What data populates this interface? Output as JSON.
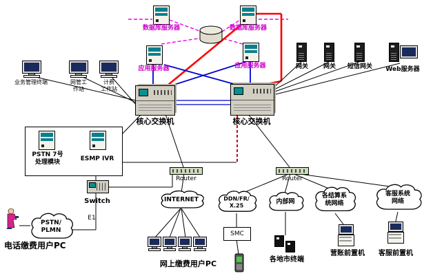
{
  "diagram": {
    "top": {
      "db_server_1": "数据库服务器",
      "db_server_2": "数据库服务器",
      "app_server_1": "应用服务器",
      "app_server_2": "应用服务器",
      "gateway_1": "网关",
      "gateway_2": "网关",
      "sms_gateway": "短信网关",
      "web_server": "Web服务器"
    },
    "left_terminals": {
      "t1": "业务管理终端",
      "t2": "网管工\n作站",
      "t3": "计费\n工作站"
    },
    "switches": {
      "core1": "核心交换机",
      "core2": "核心交换机",
      "access": "Switch"
    },
    "module_box": {
      "pstn": "PSTN 7号\n处理模块",
      "ivr": "ESMP IVR"
    },
    "links": {
      "e1": "E1"
    },
    "routers": {
      "r1": "Router",
      "r2": "Router"
    },
    "clouds": {
      "pstn": "PSTN/\nPLMN",
      "internet": "INTERNET",
      "ddn": "DDN/FR/\nX.25",
      "intranet": "内部网",
      "settlement": "各结算系\n统网络",
      "service": "客服系统\n网络"
    },
    "bottom": {
      "phone_user": "电话缴费用户PC",
      "web_user": "网上缴费用户PC",
      "smc": "SMC",
      "city_terminals": "各地市终端",
      "billing_front": "营账前置机",
      "service_front": "客服前置机"
    },
    "colors": {
      "line_red": "#ff0000",
      "line_blue": "#0000cc",
      "line_magenta": "#ee00ee",
      "line_dark_red": "#cc0000",
      "label_magenta": "#cc00cc",
      "screen_teal": "#0a8f8f"
    }
  }
}
